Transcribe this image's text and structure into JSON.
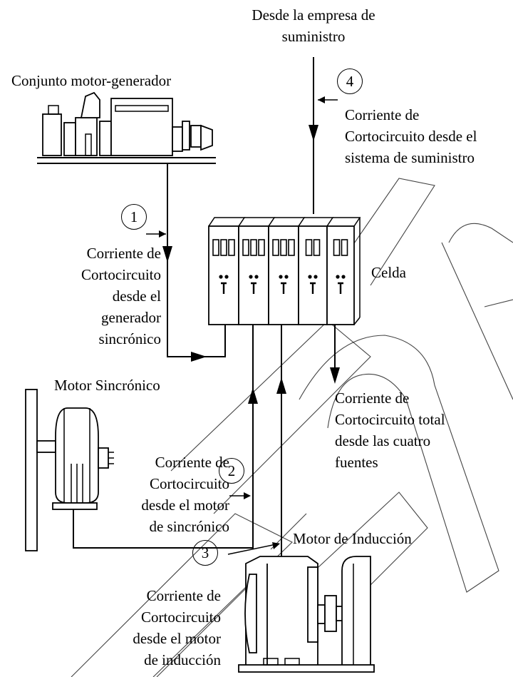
{
  "labels": {
    "supply_title": [
      "Desde la empresa de",
      "suministro"
    ],
    "motor_generator_set": "Conjunto motor-generador",
    "supply_current": [
      "Corriente de",
      "Cortocircuito desde el",
      "sistema de suministro"
    ],
    "generator_current": [
      "Corriente de",
      "Cortocircuito",
      "desde el",
      "generador",
      "sincrónico"
    ],
    "cell": "Celda",
    "synchronous_motor": "Motor Sincrónico",
    "sync_motor_current": [
      "Corriente de",
      "Cortocircuito",
      "desde el motor",
      "de sincrónico"
    ],
    "total_current": [
      "Corriente de",
      "Cortocircuito total",
      "desde las cuatro",
      "fuentes"
    ],
    "induction_motor": "Motor de Inducción",
    "induction_current": [
      "Corriente de",
      "Cortocircuito",
      "desde el motor",
      "de inducción"
    ]
  },
  "markers": [
    "1",
    "2",
    "3",
    "4"
  ],
  "colors": {
    "ink": "#000000",
    "background": "#ffffff"
  }
}
